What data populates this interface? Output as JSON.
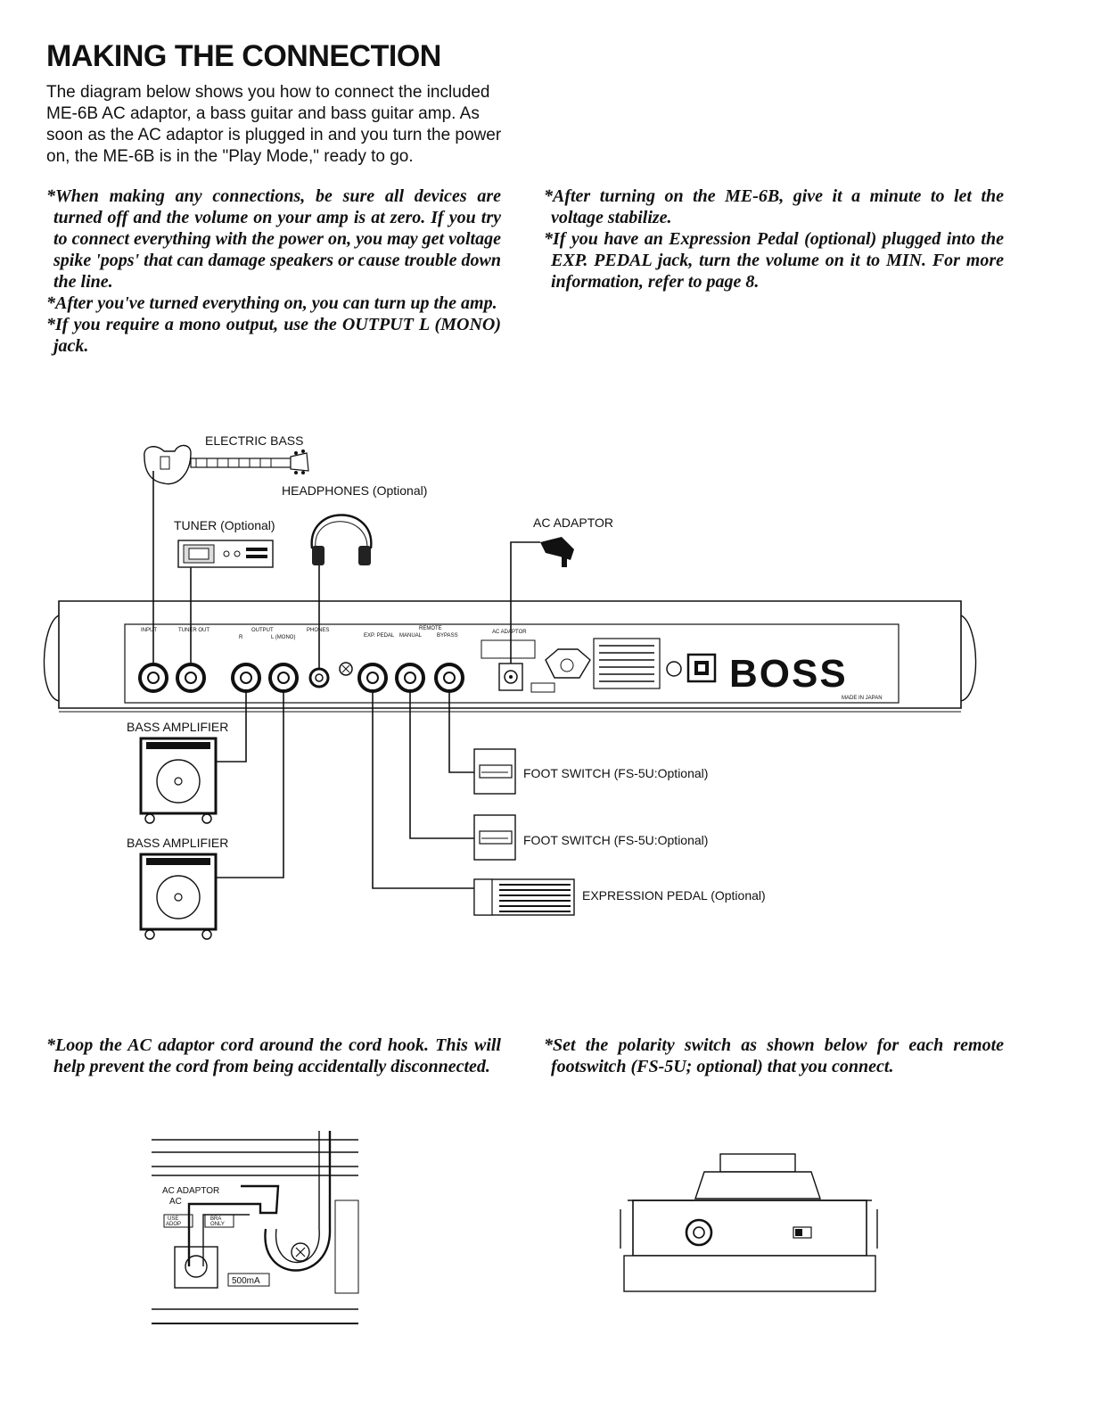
{
  "heading": "MAKING THE CONNECTION",
  "intro": "The diagram below shows you how to connect the included ME-6B AC adaptor, a bass guitar and bass guitar amp. As soon as the AC adaptor is plugged in and you turn the power on, the ME-6B is in the \"Play Mode,\" ready to go.",
  "notes_left": [
    "*When making any connections, be sure all devices are turned off and the volume on your amp is at zero. If you try to connect everything with the power on, you may get voltage spike 'pops' that can damage speakers or cause trouble down the line.",
    "*After you've turned everything on, you can turn up the amp.",
    "*If you require a mono output, use the OUTPUT L (MONO) jack."
  ],
  "notes_right": [
    "*After turning on the ME-6B, give it a minute to let the voltage stabilize.",
    "*If you have an Expression Pedal (optional) plugged into the EXP. PEDAL jack, turn the volume on it to MIN. For more information, refer to page 8."
  ],
  "diagram": {
    "electric_bass": "ELECTRIC BASS",
    "headphones": "HEADPHONES (Optional)",
    "tuner": "TUNER (Optional)",
    "ac_adaptor": "AC ADAPTOR",
    "bass_amp_1": "BASS AMPLIFIER",
    "bass_amp_2": "BASS AMPLIFIER",
    "foot_switch_1": "FOOT SWITCH (FS-5U:Optional)",
    "foot_switch_2": "FOOT SWITCH (FS-5U:Optional)",
    "expression_pedal": "EXPRESSION PEDAL (Optional)",
    "brand": "BOSS",
    "made_in": "MADE IN JAPAN",
    "jacks": {
      "input": "INPUT",
      "tuner_out": "TUNER OUT",
      "output": "OUTPUT",
      "output_r": "R",
      "output_l": "L (MONO)",
      "phones": "PHONES",
      "exp_pedal": "EXP. PEDAL",
      "remote": "REMOTE",
      "manual": "MANUAL",
      "bypass": "BYPASS",
      "ac_adaptor": "AC ADAPTOR"
    }
  },
  "note_cord": "*Loop the AC adaptor cord around the cord hook. This will help prevent the cord from being accidentally disconnected.",
  "note_polarity": "*Set the polarity switch as shown below for each remote footswitch (FS-5U; optional) that you connect.",
  "detail": {
    "ac_adaptor": "AC ADAPTOR",
    "ac": "AC",
    "use": "USE",
    "bra": "BRA",
    "adop": "ADOP",
    "only": "ONLY",
    "current": "500mA"
  }
}
